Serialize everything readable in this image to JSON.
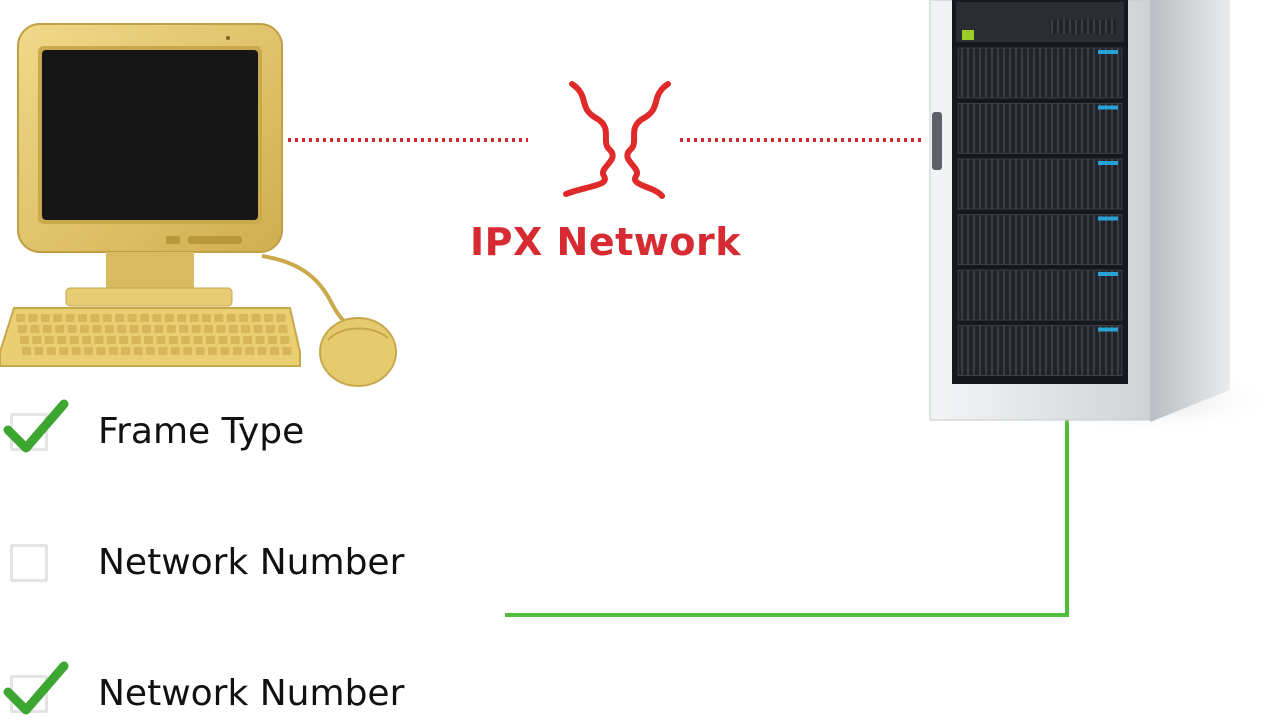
{
  "diagram": {
    "network_label": "IPX Network",
    "colors": {
      "network_label": "#d72b33",
      "dotted_link": "#cf2a2f",
      "signal_break": "#e02a2a",
      "server_link": "#4fbe3a",
      "checkmark": "#3da630",
      "computer_body": "#e3c76a",
      "computer_screen": "#161616",
      "server_body": "#dde1e4",
      "server_rack": "#1b1e22",
      "server_led": "#27a3d6"
    },
    "icons": {
      "client": "desktop-computer-icon",
      "server": "server-tower-icon",
      "break": "broken-signal-icon",
      "check": "checkmark-icon"
    }
  },
  "checklist": [
    {
      "label": "Frame Type",
      "checked": true
    },
    {
      "label": "Network Number",
      "checked": false
    },
    {
      "label": "Network Number",
      "checked": true
    }
  ]
}
